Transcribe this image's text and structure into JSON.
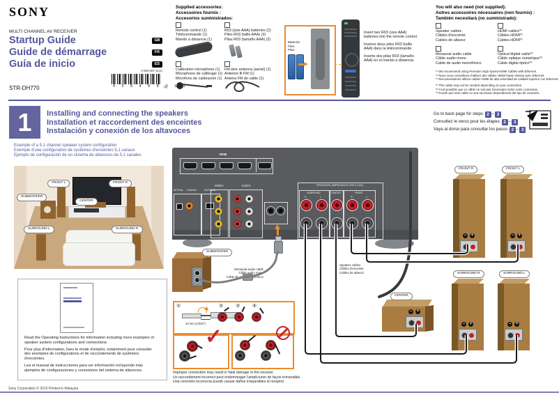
{
  "page": {
    "brand": "SONY",
    "product_type": "MULTI CHANNEL AV RECEIVER",
    "titles": {
      "en": "Startup Guide",
      "fr": "Guide de démarrage",
      "es": "Guía de inicio"
    },
    "lang_badges": {
      "en": "GB",
      "fr": "FR",
      "es": "ES"
    },
    "doc_number": "4-584-087-11(1)",
    "barcode_digits": "4 5 8 4 0 8 7 1 1",
    "barcode_suffix": "(1)",
    "model": "STR-DH770",
    "footer": "Sony Corporation © 2016   Printed in Malaysia",
    "accent_purple": "#55569b",
    "accent_orange": "#e88c30"
  },
  "supplied": {
    "heading": {
      "en": "Supplied accessories:",
      "fr": "Accessoires fournis :",
      "es": "Accesorios suministrados:"
    },
    "items": [
      {
        "en": "Remote control (1)",
        "fr": "Télécommande (1)",
        "es": "Mando a distancia (1)"
      },
      {
        "en": "R03 (size AAA) batteries (2)",
        "fr": "Piles R03 (taille AAA) (2)",
        "es": "Pilas R03 (tamaño AAA) (2)"
      },
      {
        "en": "Calibration microphone (1)",
        "fr": "Microphone de calibrage (1)",
        "es": "Micrófono de calibración (1)"
      },
      {
        "en": "FM wire antenna (aerial) (1)",
        "fr": "Antenne fil FM (1)",
        "es": "Antena FM de cable (1)"
      }
    ],
    "battery_labels": [
      "Batteries",
      "Piles",
      "Pilas"
    ],
    "insert": {
      "en": "Insert two R03 (size AAA) batteries into the remote control.",
      "fr": "Insérez deux piles R03 (taille AAA) dans la télécommande.",
      "es": "Inserte dos pilas R03 (tamaño AAA) en el mando a distancia."
    }
  },
  "also_need": {
    "heading": {
      "en": "You will also need (not supplied):",
      "fr": "Autres accessoires nécessaires (non fournis) :",
      "es": "También necesitará (no suministrado):"
    },
    "items": [
      {
        "en": "Speaker cables",
        "fr": "Câbles d'enceinte",
        "es": "Cables de altavoz"
      },
      {
        "en": "HDMI cables*¹",
        "fr": "Câbles HDMI*¹",
        "es": "Cables HDMI*¹"
      },
      {
        "en": "Monaural audio cable",
        "fr": "Câble audio mono",
        "es": "Cable de audio monofónico"
      },
      {
        "en": "Optical digital cable*²",
        "fr": "Câble optique numérique*²",
        "es": "Cable digital óptico*²"
      }
    ],
    "footnotes": [
      "*¹ We recommend using Premium High Speed HDMI Cables with Ethernet.",
      "*¹ Nous vous conseillons d'utiliser des câbles HDMI haute vitesse avec Ethernet.",
      "*¹ Recomendamos utilizar cables HDMI de alta velocidad de calidad superior con Ethernet.",
      "*² This cable may not be needed depending on your connection.",
      "*² Il est possible que ce câble ne soit pas nécessaire selon votre connexion.",
      "*² Puede que este cable no sea necesario dependiendo del tipo de conexión."
    ]
  },
  "step1": {
    "number": "1",
    "heading": {
      "en": "Installing and connecting the speakers",
      "fr": "Installation et raccordement des enceintes",
      "es": "Instalación y conexión de los altavoces"
    },
    "back_page": {
      "en": "Go to back page for steps",
      "fr": "Consultez le verso pour les étapes",
      "es": "Vaya al dorso para consultar los pasos",
      "step_from": "2",
      "step_to": "3",
      "dash": "–"
    },
    "example": {
      "en": "Example of a 5.1 channel speaker system configuration",
      "fr": "Exemple d'une configuration de systèmes d'enceintes 5,1 canaux",
      "es": "Ejemplo de configuración de un sistema de altavoces de 5,1 canales"
    }
  },
  "room": {
    "labels": {
      "front_l": "FRONT L",
      "front_r": "FRONT R",
      "center": "CENTER",
      "subwoofer": "SUBWOOFER",
      "surround_l": "SURROUND L",
      "surround_r": "SURROUND R"
    }
  },
  "receiver": {
    "hdmi": "HDMI",
    "optical": "OPTICAL",
    "coaxial": "COAXIAL",
    "antenna": "ANTENNA",
    "video": "VIDEO",
    "audio": "AUDIO",
    "speakers_label": "SPEAKERS (IMPEDANCE USE 6-16Ω)",
    "groups": [
      "SURROUND",
      "CENTER",
      "FRONT"
    ],
    "post_letters": [
      "R",
      "L",
      "R",
      "L"
    ]
  },
  "connection": {
    "subwoofer_callout": "SUBWOOFER",
    "monaural": {
      "en": "Monaural audio cable",
      "fr": "Câble audio mono",
      "es": "Cable de audio monofónico"
    },
    "speaker_cables": {
      "en": "Speaker cables",
      "fr": "Câbles d'enceinte",
      "es": "Cables de altavoz"
    },
    "steps": [
      "①",
      "②",
      "③",
      "④"
    ],
    "strip_length": "10 mm (13/32\")",
    "warning": {
      "en": "Improper connection may result in fatal damage to the receiver.",
      "fr": "Un raccordement incorrect peut endommager l'ampli-tuner de façon irréversible.",
      "es": "Una conexión incorrecta puede causar daños irreparables al receptor."
    },
    "callouts": {
      "front_r": "FRONT R",
      "front_l": "FRONT L",
      "surround_r": "SURROUND R",
      "surround_l": "SURROUND L",
      "center": "CENTER"
    },
    "minus": "–",
    "plus": "+"
  },
  "manual": {
    "en": "Read the Operating Instructions for information including more examples of speaker system configurations and connections.",
    "fr": "Pour plus d'information, lisez le mode d'emploi, notamment pour consulter des exemples de configurations et de raccordements de systèmes d'enceintes.",
    "es": "Lea el manual de instrucciones para ver información incluyendo más ejemplos de configuraciones y conexiones del sistema de altavoces."
  }
}
